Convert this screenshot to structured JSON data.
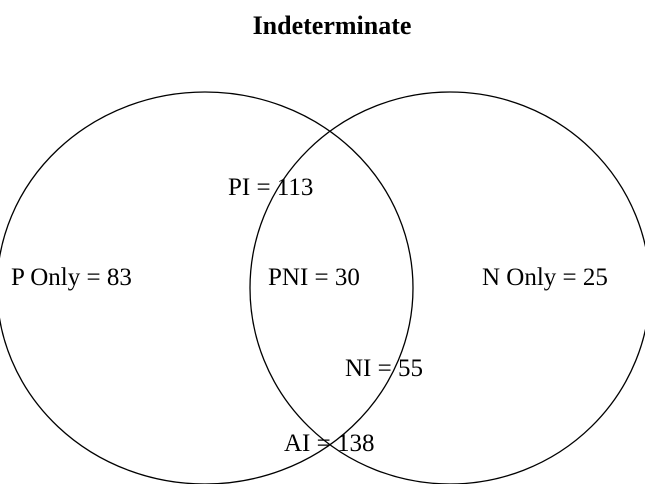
{
  "diagram": {
    "title": "Indeterminate",
    "colors": {
      "stroke": "#000000",
      "text": "#000000",
      "background": "#ffffff"
    },
    "sets": [
      {
        "id": "P"
      },
      {
        "id": "N"
      }
    ],
    "regions": [
      {
        "key": "p_only",
        "label": "P Only = 83",
        "value": 83
      },
      {
        "key": "n_only",
        "label": "N Only = 25",
        "value": 25
      },
      {
        "key": "pni",
        "label": "PNI = 30",
        "value": 30
      },
      {
        "key": "pi",
        "label": "PI = 113",
        "value": 113
      },
      {
        "key": "ni",
        "label": "NI = 55",
        "value": 55
      },
      {
        "key": "ai",
        "label": "AI = 138",
        "value": 138
      }
    ]
  }
}
